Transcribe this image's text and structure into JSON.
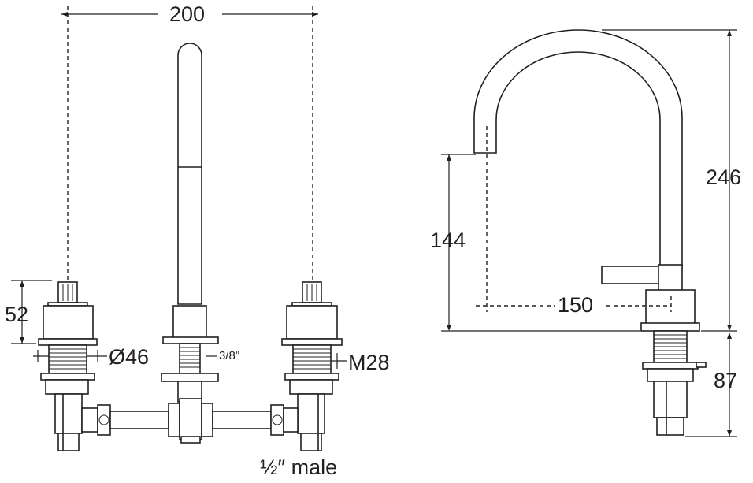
{
  "dimensions": {
    "overall_width": "200",
    "handle_height": "52",
    "body_diameter": "Ø46",
    "spout_thread": "3/8\"",
    "valve_thread": "M28",
    "inlet": "½″ male",
    "spout_height": "246",
    "outlet_height": "144",
    "spout_reach": "150",
    "shank_length": "87"
  }
}
